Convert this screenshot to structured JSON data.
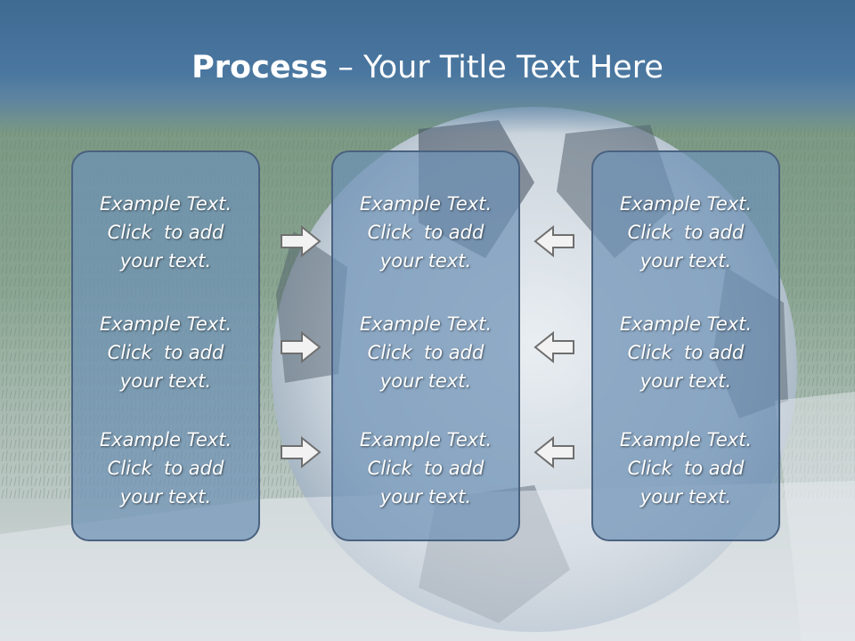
{
  "title": {
    "bold": "Process",
    "rest": " – Your Title Text Here"
  },
  "columns": [
    {
      "items": [
        {
          "line1": "Example Text.",
          "line2": "Click  to add",
          "line3": "your text."
        },
        {
          "line1": "Example Text.",
          "line2": "Click  to add",
          "line3": "your text."
        },
        {
          "line1": "Example Text.",
          "line2": "Click  to add",
          "line3": "your text."
        }
      ]
    },
    {
      "items": [
        {
          "line1": "Example Text.",
          "line2": "Click  to add",
          "line3": "your text."
        },
        {
          "line1": "Example Text.",
          "line2": "Click  to add",
          "line3": "your text."
        },
        {
          "line1": "Example Text.",
          "line2": "Click  to add",
          "line3": "your text."
        }
      ]
    },
    {
      "items": [
        {
          "line1": "Example Text.",
          "line2": "Click  to add",
          "line3": "your text."
        },
        {
          "line1": "Example Text.",
          "line2": "Click  to add",
          "line3": "your text."
        },
        {
          "line1": "Example Text.",
          "line2": "Click  to add",
          "line3": "your text."
        }
      ]
    }
  ],
  "arrows": {
    "left_group": [
      "arrow-right-icon",
      "arrow-right-icon",
      "arrow-right-icon"
    ],
    "right_group": [
      "arrow-left-icon",
      "arrow-left-icon",
      "arrow-left-icon"
    ]
  },
  "colors": {
    "title_band": "#4a77a0",
    "box_fill": "#6e91b6",
    "box_border": "#4a6280",
    "grass": "#7e9a84"
  }
}
